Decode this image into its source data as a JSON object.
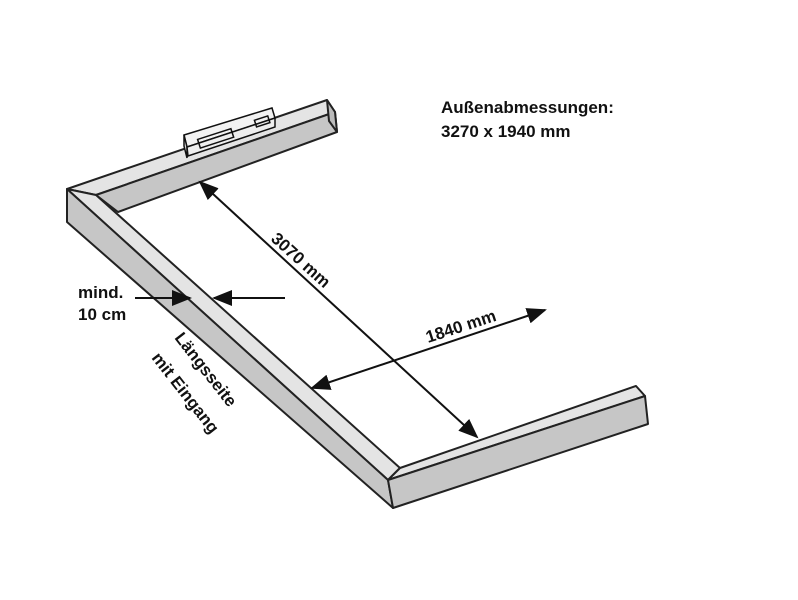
{
  "title": {
    "line1": "Außenabmessungen:",
    "line2": "3270 x 1940 mm"
  },
  "dimensions": {
    "length": "3070 mm",
    "width": "1840 mm"
  },
  "min_width": {
    "line1": "mind.",
    "line2": "10 cm"
  },
  "entrance_side": {
    "line1": "Längsseite",
    "line2": "mit Eingang"
  },
  "colors": {
    "top_face": "#e2e2e2",
    "side_face": "#c4c4c4",
    "outline": "#222222"
  }
}
